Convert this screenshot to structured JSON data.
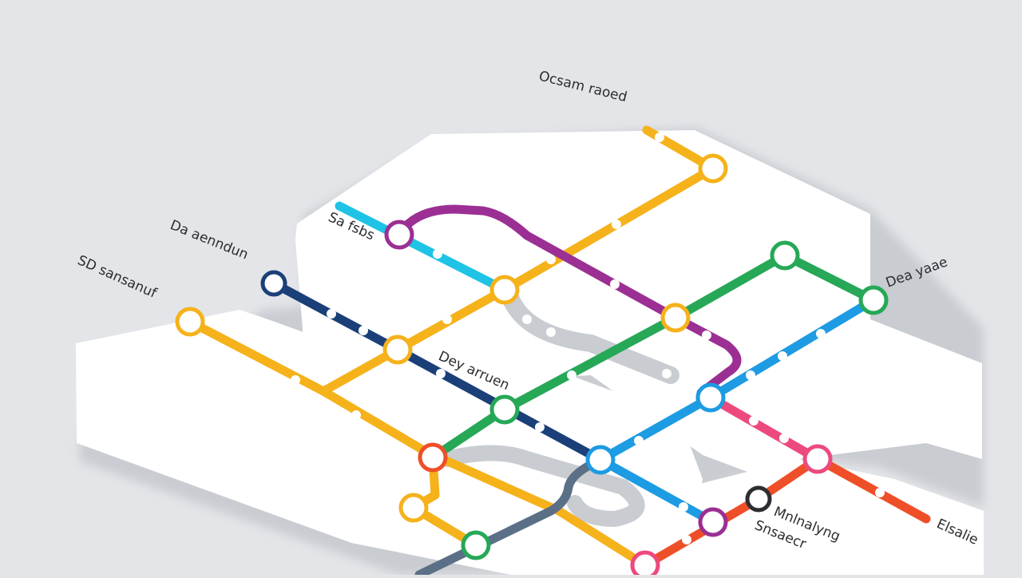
{
  "map": {
    "colors": {
      "background": "#e3e5e8",
      "platform": "#ffffff",
      "platform_shadow": "#c9ccd1",
      "station_fill": "#ffffff"
    },
    "labels": {
      "top_right": "Ocsam raoed",
      "upper_left": "Sa fsbs",
      "left_mid": "Da aenndun",
      "left_low": "SD sansanuf",
      "center": "Dey arruen",
      "right": "Dea yaae",
      "bottom_mid_line1": "Mnlnalyng",
      "bottom_mid_line2": "Snsaecr",
      "bottom_right": "Elsalie"
    },
    "lines": [
      {
        "id": "orange-line",
        "color": "#f5b21b"
      },
      {
        "id": "purple-line",
        "color": "#9b2f93"
      },
      {
        "id": "cyan-line",
        "color": "#1fc3e6"
      },
      {
        "id": "navy-line",
        "color": "#1b3f78"
      },
      {
        "id": "green-line",
        "color": "#26a857"
      },
      {
        "id": "blue-line",
        "color": "#1d9be3"
      },
      {
        "id": "pink-line",
        "color": "#ec4a7d"
      },
      {
        "id": "red-line",
        "color": "#ef4f28"
      },
      {
        "id": "slate-line",
        "color": "#5b7087"
      }
    ]
  }
}
